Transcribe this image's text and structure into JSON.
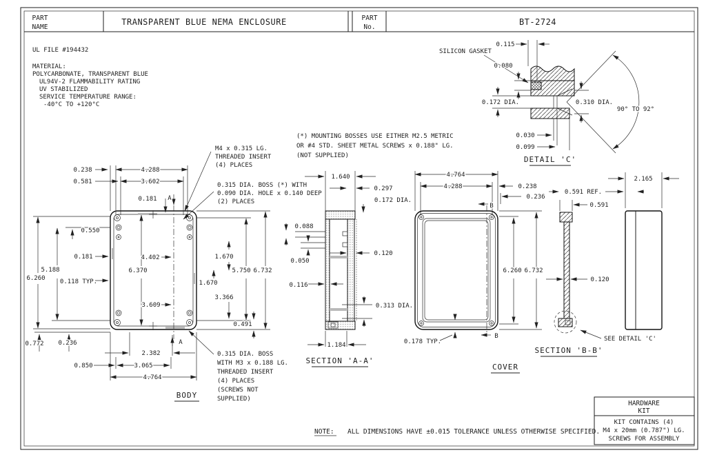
{
  "title_block": {
    "pn1": "PART",
    "pn2": "NAME",
    "title": "TRANSPARENT BLUE NEMA ENCLOSURE",
    "pno1": "PART",
    "pno2": "No.",
    "part_no": "BT-2724"
  },
  "material_notes": [
    "UL FILE #194432",
    "MATERIAL:",
    "POLYCARBONATE, TRANSPARENT BLUE",
    "UL94V-2 FLAMMABILITY RATING",
    "UV STABILIZED",
    "SERVICE TEMPERATURE RANGE:",
    "-40°C TO +120°C"
  ],
  "mounting_note": [
    "(*) MOUNTING BOSSES USE EITHER M2.5 METRIC",
    "OR #4 STD. SHEET METAL SCREWS x 0.188\" LG.",
    "(NOT SUPPLIED)"
  ],
  "body": {
    "label": "BODY",
    "marker": "A",
    "notes": {
      "insert": [
        "M4 x 0.315 LG.",
        "THREADED INSERT",
        "(4) PLACES"
      ],
      "boss_top": [
        "0.315 DIA. BOSS (*) WITH",
        "0.090 DIA. HOLE x 0.140 DEEP",
        "(2) PLACES"
      ],
      "boss_bottom": [
        "0.315 DIA. BOSS",
        "WITH M3 x 0.188 LG.",
        "THREADED INSERT",
        "(4) PLACES",
        "(SCREWS NOT",
        "SUPPLIED)"
      ]
    },
    "dims": {
      "top_0238": "0.238",
      "top_0581": "0.581",
      "top_4288": "4.288",
      "top_3602": "3.602",
      "top_0181": "0.181",
      "left_0550": "0.550",
      "left_0181": "0.181",
      "left_5188": "5.188",
      "left_6260": "6.260",
      "left_0118": "0.118 TYP.",
      "in_6370": "6.370",
      "in_4402": "4.402",
      "in_3609": "3.609",
      "right_1670a": "1.670",
      "right_5750": "5.750",
      "right_6732": "6.732",
      "right_1670b": "1.670",
      "right_3366": "3.366",
      "right_0491": "0.491",
      "bot_0772": "0.772",
      "bot_0236": "0.236",
      "bot_2382": "2.382",
      "bot_0850": "0.850",
      "bot_3065": "3.065",
      "bot_4764": "4.764"
    }
  },
  "section_aa": {
    "label": "SECTION 'A-A'",
    "dims": {
      "d1640": "1.640",
      "d0297": "0.297",
      "d0172": "0.172 DIA.",
      "d0088": "0.088",
      "d0050": "0.050",
      "d0120": "0.120",
      "d0116": "0.116",
      "d0313": "0.313 DIA.",
      "d1184": "1.184"
    }
  },
  "cover": {
    "label": "COVER",
    "marker": "B",
    "dims": {
      "d4764": "4.764",
      "d4288": "4.288",
      "d0238": "0.238",
      "d0236": "0.236",
      "d6260": "6.260",
      "d6732": "6.732",
      "d0178": "0.178 TYP."
    }
  },
  "section_bb": {
    "label": "SECTION 'B-B'",
    "see_detail": "SEE DETAIL 'C'",
    "dims": {
      "ref": "0.591 REF.",
      "d0591": "0.591",
      "d0120": "0.120"
    }
  },
  "side_view": {
    "dims": {
      "d2165": "2.165"
    }
  },
  "detail_c": {
    "label": "DETAIL 'C'",
    "gasket": "SILICON GASKET",
    "dims": {
      "d0115": "0.115",
      "d0080": "0.080",
      "d0172": "0.172 DIA.",
      "d0310": "0.310 DIA.",
      "angle": "90° TO 92°",
      "d0030": "0.030",
      "d0099": "0.099"
    }
  },
  "tolerance_note": {
    "label": "NOTE:",
    "text": "ALL DIMENSIONS HAVE ±0.015 TOLERANCE UNLESS OTHERWISE SPECIFIED."
  },
  "hardware_kit": {
    "line1": "HARDWARE",
    "line2": "KIT",
    "contents": [
      "KIT CONTAINS (4)",
      "M4 x 20mm (0.787\") LG.",
      "SCREWS FOR ASSEMBLY"
    ]
  }
}
